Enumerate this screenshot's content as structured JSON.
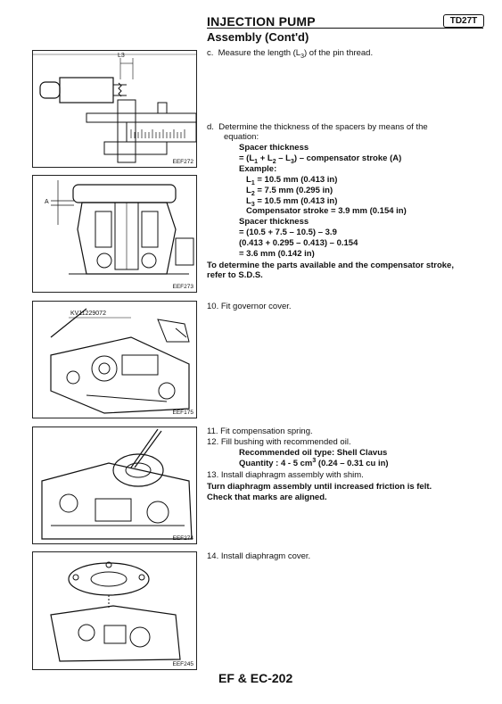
{
  "header": {
    "title": "INJECTION PUMP",
    "model": "TD27T",
    "subtitle": "Assembly (Cont'd)"
  },
  "figures": {
    "f1": {
      "code": "EEF272",
      "callout": "L3"
    },
    "f2": {
      "code": "EEF273",
      "callout": "A"
    },
    "f3": {
      "code": "EEF175",
      "callout": "KV11229072"
    },
    "f4": {
      "code": "EEF274"
    },
    "f5": {
      "code": "EEF245"
    }
  },
  "steps": {
    "c": {
      "num": "c.",
      "text_a": "Measure the length (L",
      "sub": "3",
      "text_b": ") of the pin thread."
    },
    "d": {
      "num": "d.",
      "line1": "Determine the thickness of the spacers by means of the",
      "line2": "equation:",
      "h1": "Spacer thickness",
      "f1_pre": "= (L",
      "f1_s1": "1",
      "f1_m1": " + L",
      "f1_s2": "2",
      "f1_m2": " – L",
      "f1_s3": "3",
      "f1_post": ") – compensator stroke (A)",
      "h2": "Example:",
      "l1_pre": "L",
      "l1_sub": "1",
      "l1_val": "= 10.5 mm (0.413 in)",
      "l2_pre": "L",
      "l2_sub": "2",
      "l2_val": "= 7.5 mm (0.295 in)",
      "l3_pre": "L",
      "l3_sub": "3",
      "l3_val": "= 10.5 mm (0.413 in)",
      "comp": "Compensator stroke = 3.9 mm (0.154 in)",
      "h3": "Spacer thickness",
      "c1": "= (10.5 + 7.5 – 10.5) – 3.9",
      "c2": "(0.413 + 0.295 – 0.413) – 0.154",
      "c3": "= 3.6 mm (0.142 in)",
      "note1": "To determine the parts available and the compensator stroke,",
      "note2": "refer to S.D.S."
    },
    "s10": "10. Fit governor cover.",
    "s11": "11. Fit compensation spring.",
    "s12": "12. Fill bushing with recommended oil.",
    "oil_type": "Recommended oil type: Shell Clavus",
    "qty_pre": "Quantity : 4 - 5 cm",
    "qty_sup": "3",
    "qty_post": " (0.24 – 0.31 cu in)",
    "s13": "13. Install diaphragm assembly with shim.",
    "warn1": "Turn diaphragm assembly until increased friction is felt.",
    "warn2": "Check that marks are aligned.",
    "s14": "14. Install diaphragm cover."
  },
  "footer": {
    "page": "EF & EC-202"
  }
}
